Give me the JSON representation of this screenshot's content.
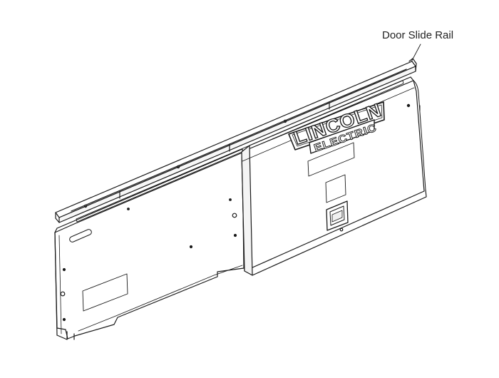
{
  "callout": {
    "label": "Door Slide Rail"
  },
  "logo": {
    "line1": "LINCOLN",
    "line2": "ELECTRIC"
  },
  "colors": {
    "line": "#1a1a1a",
    "panel_fill": "#ffffff",
    "shade": "#f4f4f4"
  }
}
